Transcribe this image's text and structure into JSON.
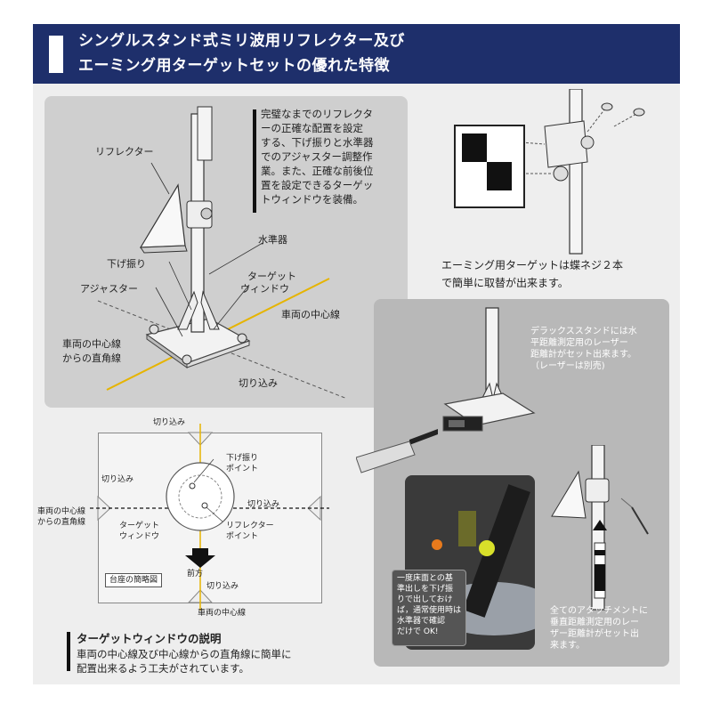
{
  "header": {
    "title_line1": "シングルスタンド式ミリ波用リフレクター及び",
    "title_line2": "エーミング用ターゲットセットの優れた特徴"
  },
  "left_panel": {
    "description": [
      "完璧なまでのリフレクタ",
      "ーの正確な配置を設定",
      "する、下げ振りと水準器",
      "でのアジャスター調整作",
      "業。また、正確な前後位",
      "置を設定できるターゲッ",
      "トウィンドウを装備。"
    ],
    "labels": {
      "reflector": "リフレクター",
      "level": "水準器",
      "plumb": "下げ振り",
      "target_window_1": "ターゲット",
      "target_window_2": "ウィンドウ",
      "adjuster": "アジャスター",
      "vehicle_centerline": "車両の中心線",
      "perp_1": "車両の中心線",
      "perp_2": "からの直角線",
      "notch": "切り込み"
    }
  },
  "target_section": {
    "caption_1": "エーミング用ターゲットは蝶ネジ２本",
    "caption_2": "で簡単に取替が出来ます。"
  },
  "base_diagram": {
    "notch_top": "切り込み",
    "notch_left": "切り込み",
    "notch_right": "切り込み",
    "notch_bottom": "切り込み",
    "perp_1": "車両の中心線",
    "perp_2": "からの直角線",
    "plumb_1": "下げ振り",
    "plumb_2": "ポイント",
    "target_1": "ターゲット",
    "target_2": "ウィンドウ",
    "reflector_1": "リフレクター",
    "reflector_2": "ポイント",
    "front": "前方",
    "tag": "台座の簡略図",
    "centerline": "車両の中心線"
  },
  "window_explanation": {
    "title": "ターゲットウィンドウの説明",
    "line_1": "車両の中心線及び中心線からの直角線に簡単に",
    "line_2": "配置出来るよう工夫がされています。"
  },
  "right_panel": {
    "deluxe": [
      "デラックススタンドには水",
      "平距離測定用のレーザー",
      "距離計がセット出来ます。",
      "（レーザーは別売)"
    ],
    "photo_note": [
      "一度床面との基",
      "準出しを下げ振",
      "りで出しておけ",
      "ば，通常使用時は",
      "水準器で確認",
      "だけで OK!"
    ],
    "attachments": [
      "全てのアタッチメントに",
      "垂直距離測定用のレー",
      "ザー距離計がセット出",
      "来ます。"
    ]
  },
  "colors": {
    "header_bg": "#1e2f6b",
    "laser_line": "#e6b400"
  }
}
